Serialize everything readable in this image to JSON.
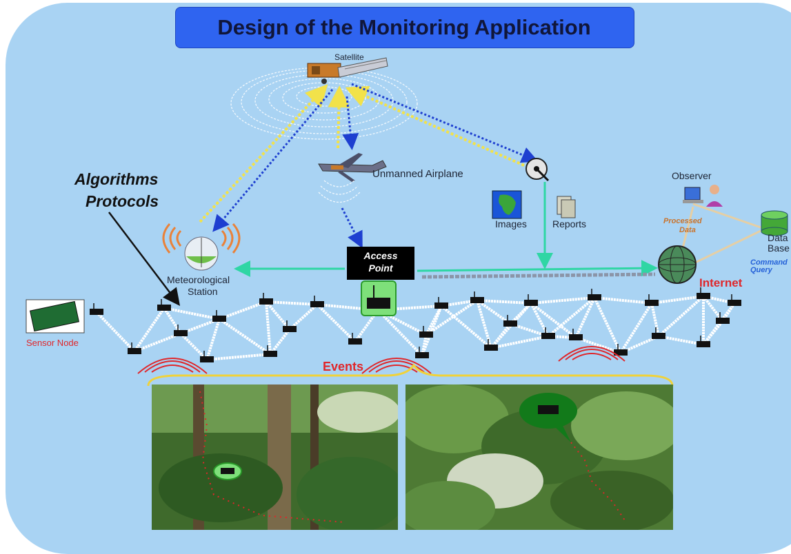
{
  "title": "Design of the Monitoring Application",
  "labels": {
    "satellite": "Satellite",
    "airplane": "Unmanned Airplane",
    "observer": "Observer",
    "images": "Images",
    "reports": "Reports",
    "algorithms": "Algorithms",
    "protocols": "Protocols",
    "met_line1": "Meteorological",
    "met_line2": "Station",
    "access_line1": "Access",
    "access_line2": "Point",
    "processed_line1": "Processed",
    "processed_line2": "Data",
    "database_line1": "Data",
    "database_line2": "Base",
    "command": "Command",
    "query": "Query",
    "internet": "Internet",
    "sensor_node": "Sensor Node",
    "events": "Events"
  },
  "colors": {
    "background": "#a9d3f3",
    "title_bar": "#2f64f0",
    "data_link": "#f2e24a",
    "control_link": "#1e3fd0",
    "ground_link": "#2fd6a4",
    "event_red": "#e0262a",
    "bracket": "#f0d23a"
  },
  "icons": [
    "satellite-icon",
    "airplane-icon",
    "dish-icon",
    "observer-icon",
    "database-icon",
    "globe-icon",
    "weather-station-icon",
    "sensor-node-icon"
  ]
}
